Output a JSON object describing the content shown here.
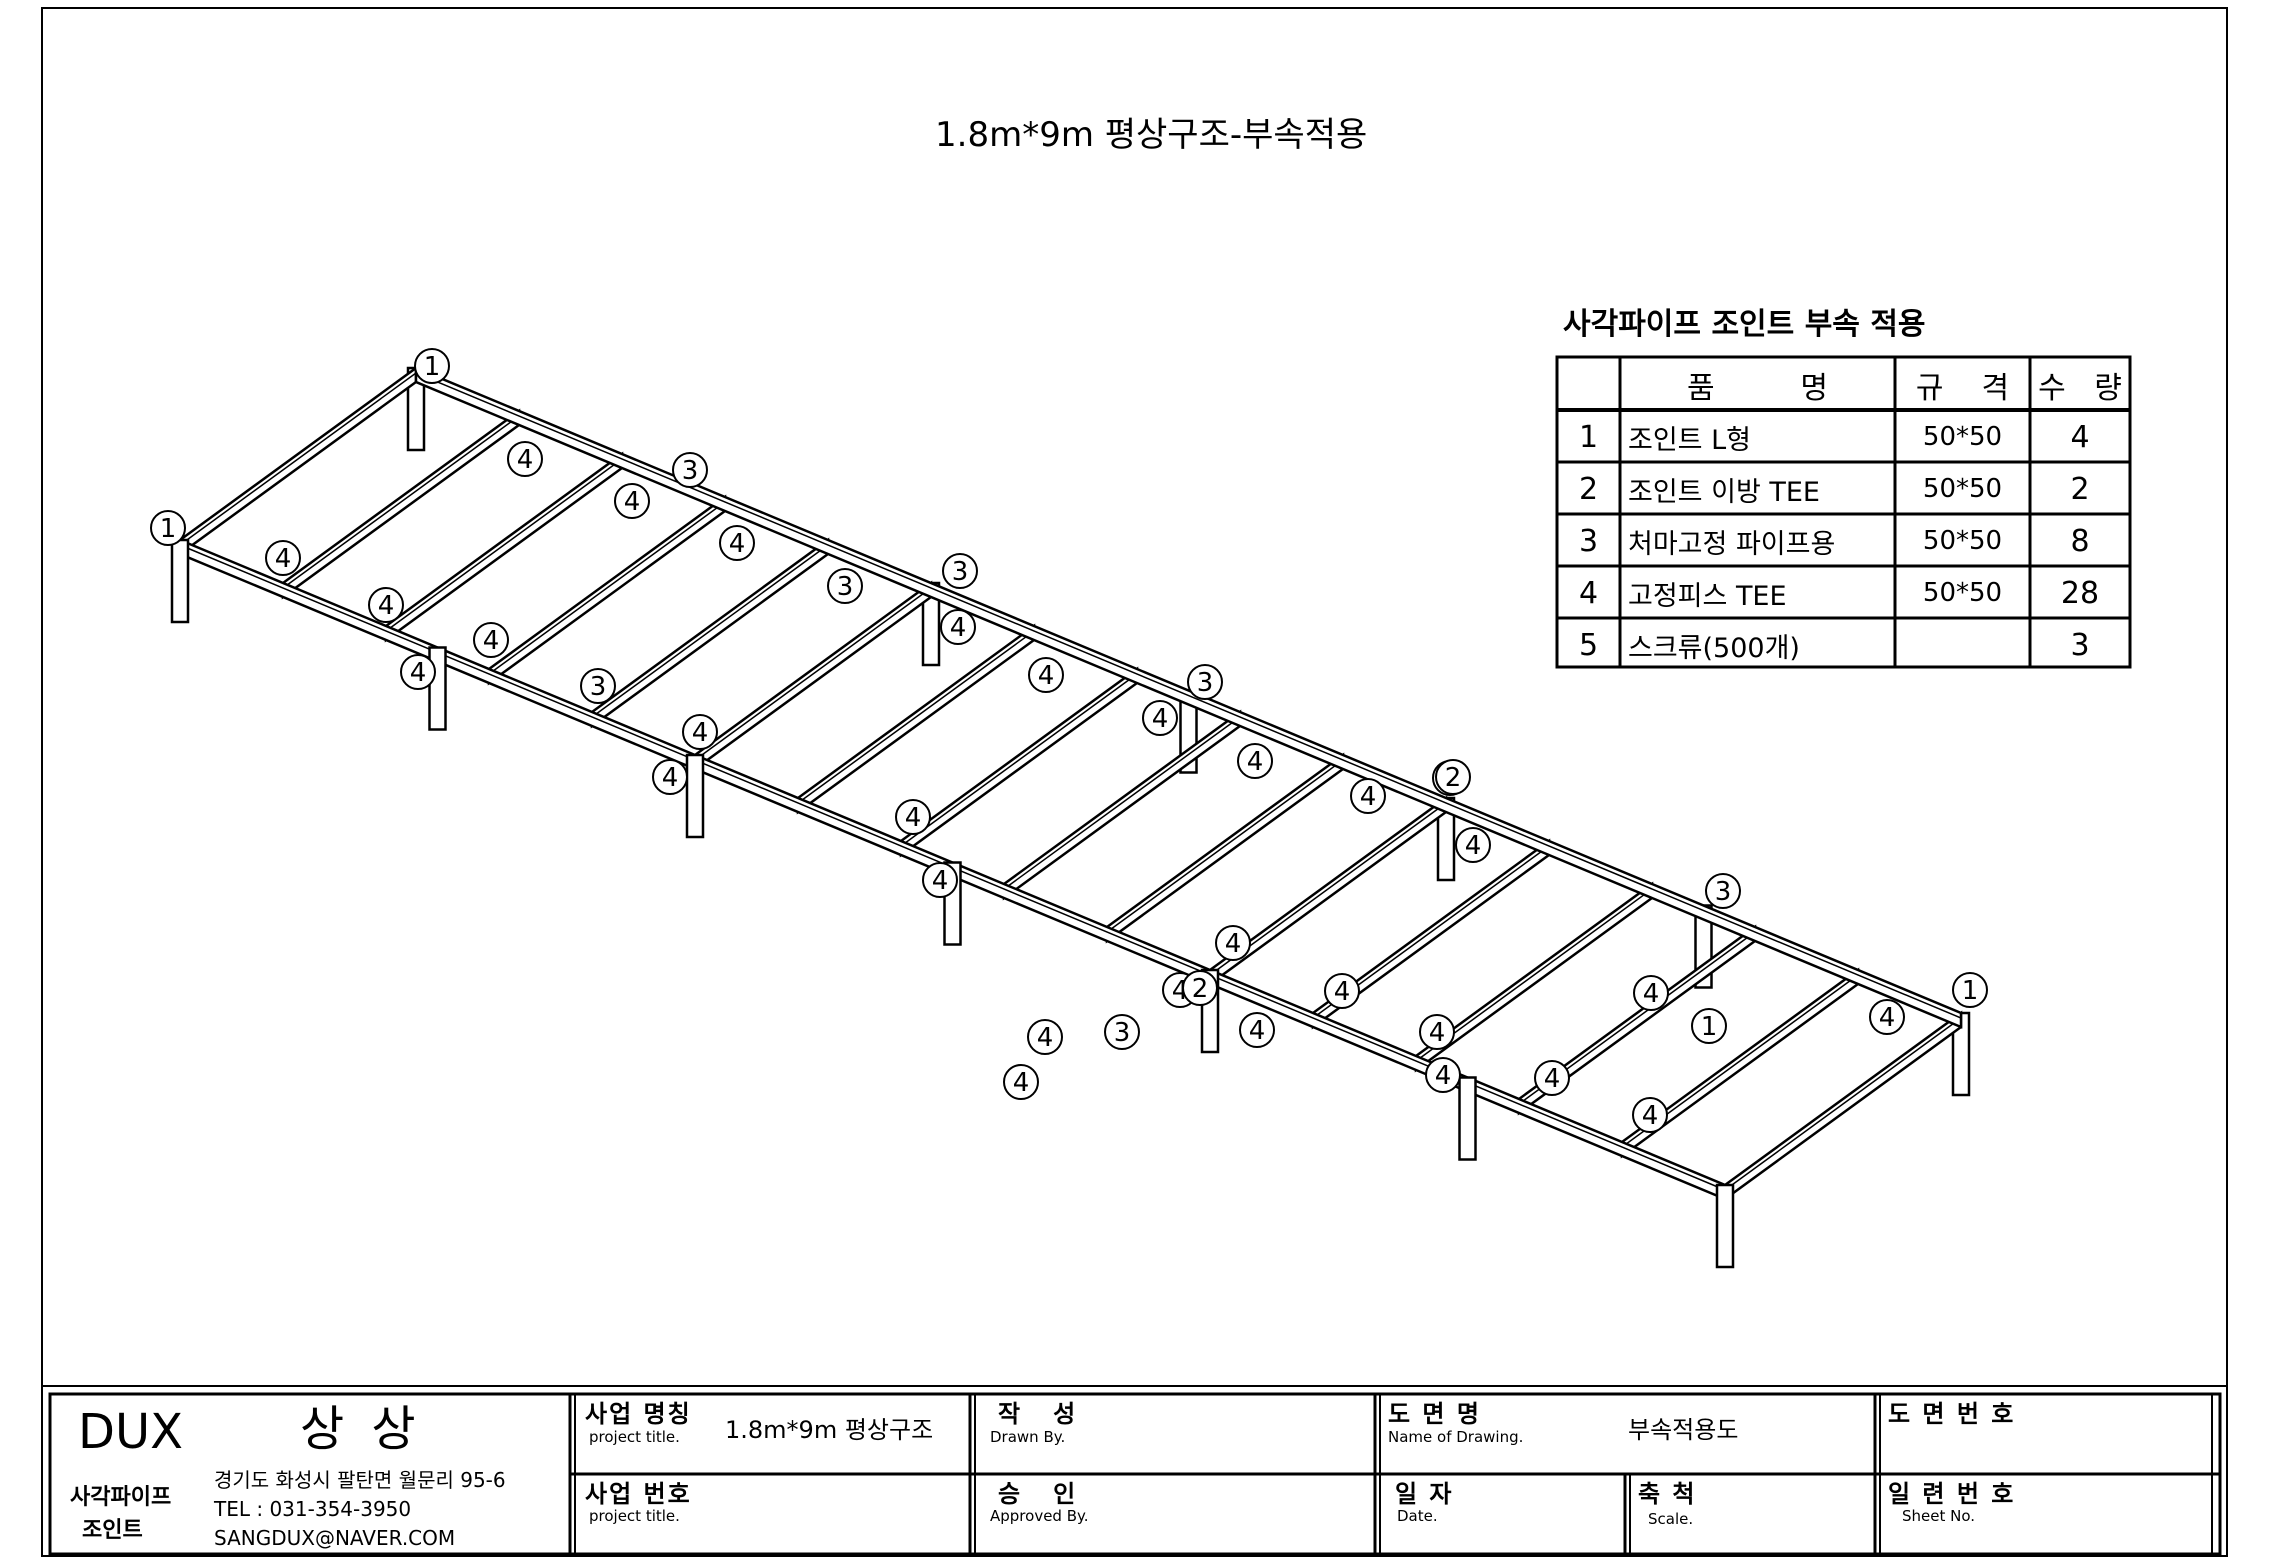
{
  "drawing": {
    "title": "1.8m*9m 평상구조-부속적용",
    "callouts": [
      "1",
      "4",
      "4",
      "3",
      "4",
      "1",
      "4",
      "4",
      "4",
      "4",
      "3",
      "4",
      "4",
      "3",
      "4",
      "3",
      "4",
      "4",
      "4",
      "3",
      "4",
      "4",
      "4",
      "4",
      "2",
      "4",
      "4",
      "4",
      "3",
      "4",
      "4",
      "4",
      "4",
      "4",
      "1",
      "4",
      "3",
      "4",
      "4",
      "4",
      "2",
      "4",
      "1"
    ]
  },
  "parts_table": {
    "title": "사각파이프 조인트 부속 적용",
    "headers": {
      "no": "",
      "name": "품         명",
      "spec": "규    격",
      "qty": "수   량"
    },
    "rows": [
      {
        "no": "1",
        "name": "조인트 L형",
        "spec": "50*50",
        "qty": "4"
      },
      {
        "no": "2",
        "name": "조인트 이방 TEE",
        "spec": "50*50",
        "qty": "2"
      },
      {
        "no": "3",
        "name": "처마고정 파이프용",
        "spec": "50*50",
        "qty": "8"
      },
      {
        "no": "4",
        "name": "고정피스 TEE",
        "spec": "50*50",
        "qty": "28"
      },
      {
        "no": "5",
        "name": "스크류(500개)",
        "spec": "",
        "qty": "3"
      }
    ]
  },
  "title_block": {
    "company": {
      "brand": "DUX",
      "name": "상 상",
      "sub1": "사각파이프",
      "sub2": "조인트",
      "address": "경기도 화성시 팔탄면 월문리 95-6",
      "tel": "TEL : 031-354-3950",
      "email": "SANGDUX@NAVER.COM"
    },
    "project_name_label": "사업 명칭",
    "project_name_en": "project title.",
    "project_name_value": "1.8m*9m 평상구조",
    "project_no_label": "사업 번호",
    "project_no_en": "project title.",
    "drawn_label": "작   성",
    "drawn_en": "Drawn By.",
    "approved_label": "승   인",
    "approved_en": "Approved By.",
    "drawing_name_label": "도 면 명",
    "drawing_name_en": "Name of Drawing.",
    "drawing_name_value": "부속적용도",
    "date_label": "일 자",
    "date_en": "Date.",
    "scale_label": "축 척",
    "scale_en": "Scale.",
    "drawing_no_label": "도 면 번 호",
    "sheet_no_label": "일 련 번 호",
    "sheet_no_en": "Sheet No."
  }
}
